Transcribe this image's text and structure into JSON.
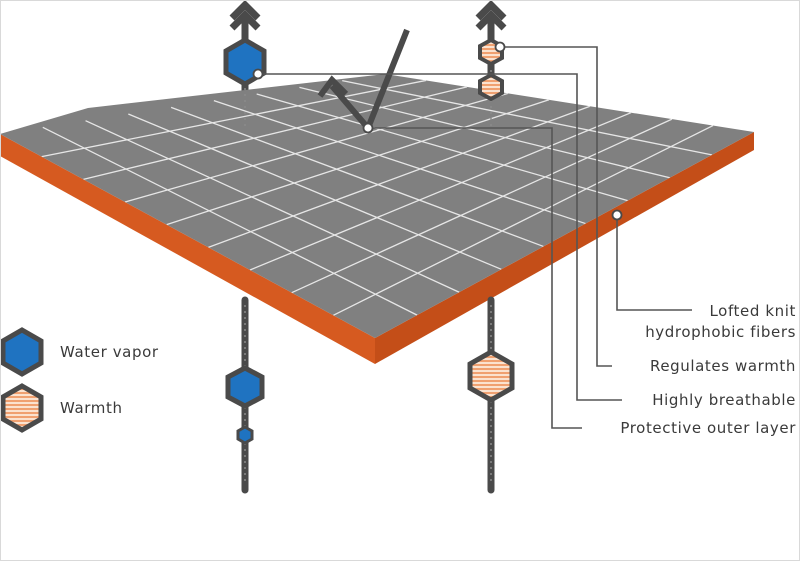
{
  "colors": {
    "panel_top": "#808080",
    "panel_edge": "#d65a20",
    "grid_line": "#e6e6e6",
    "rod": "#4a4a4a",
    "water_vapor": "#1f73c1",
    "warmth_stripe": "#f0a070",
    "warmth_fill": "#fbe2cf",
    "hex_outline": "#4a4a4a",
    "leader_line": "#555555"
  },
  "labels": {
    "lofted_line1": "Lofted knit",
    "lofted_line2": "hydrophobic fibers",
    "regulates": "Regulates warmth",
    "breathable": "Highly breathable",
    "protective": "Protective outer layer"
  },
  "legend": {
    "water_vapor": "Water vapor",
    "warmth": "Warmth"
  },
  "icons": {
    "water_vapor": "hexagon-blue-icon",
    "warmth": "hexagon-striped-icon",
    "arrow": "arrow-up-icon"
  }
}
